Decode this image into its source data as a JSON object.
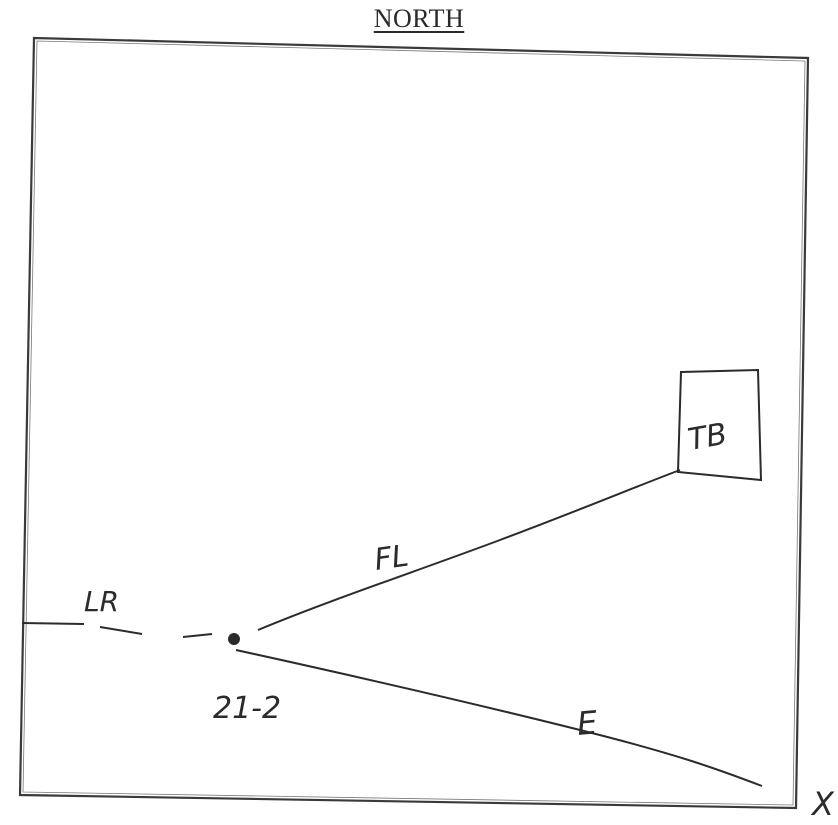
{
  "heading": "NORTH",
  "labels": {
    "lr": "LR",
    "fl": "FL",
    "tb": "TB",
    "e": "E",
    "point_id": "21-2",
    "corner_mark": "X"
  },
  "colors": {
    "ink": "#2b2b2b",
    "paper": "#ffffff"
  }
}
